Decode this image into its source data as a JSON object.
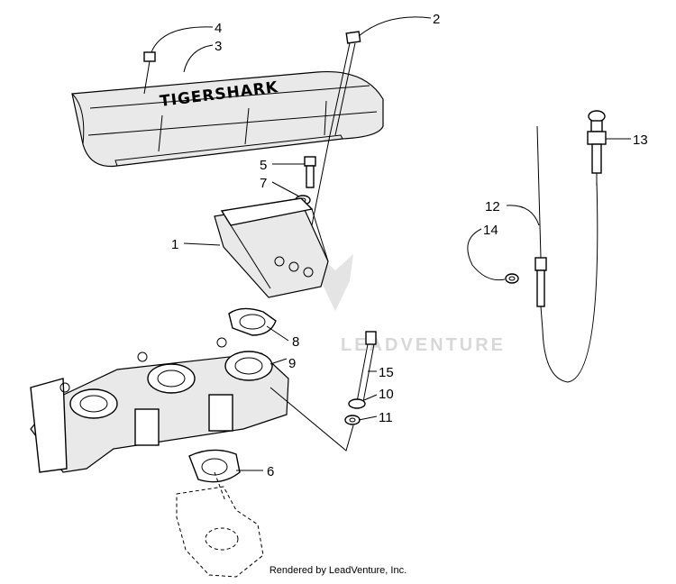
{
  "cover_emboss": "TIGERSHARK",
  "watermark": "LEADVENTURE",
  "footer": "Rendered by LeadVenture, Inc.",
  "callouts": [
    {
      "id": "c1",
      "label": "1"
    },
    {
      "id": "c2",
      "label": "2"
    },
    {
      "id": "c3",
      "label": "3"
    },
    {
      "id": "c4",
      "label": "4"
    },
    {
      "id": "c5",
      "label": "5"
    },
    {
      "id": "c6",
      "label": "6"
    },
    {
      "id": "c7",
      "label": "7"
    },
    {
      "id": "c8",
      "label": "8"
    },
    {
      "id": "c9",
      "label": "9"
    },
    {
      "id": "c10",
      "label": "10"
    },
    {
      "id": "c11",
      "label": "11"
    },
    {
      "id": "c12",
      "label": "12"
    },
    {
      "id": "c13",
      "label": "13"
    },
    {
      "id": "c14",
      "label": "14"
    },
    {
      "id": "c15",
      "label": "15"
    }
  ]
}
